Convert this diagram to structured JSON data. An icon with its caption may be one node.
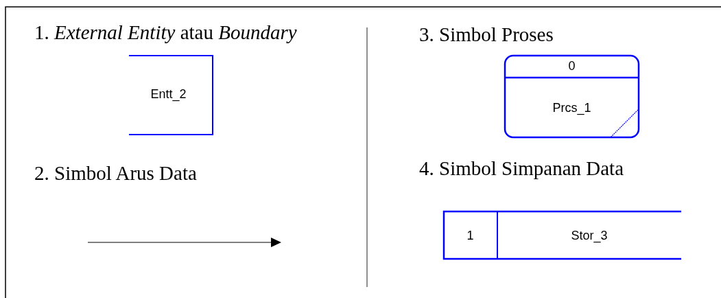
{
  "diagram": {
    "nodes": [
      {
        "text": [
          "Entt_2"
        ]
      },
      {
        "text": [
          "0",
          "Prcs_1"
        ]
      },
      {
        "text": [
          "1",
          "Stor_3"
        ]
      }
    ],
    "edges": [],
    "labels": [
      "1. *External Entity* atau *Boundary*",
      "3. Simbol Proses",
      "2. Simbol Arus Data",
      "4. Simbol Simpanan Data"
    ]
  }
}
